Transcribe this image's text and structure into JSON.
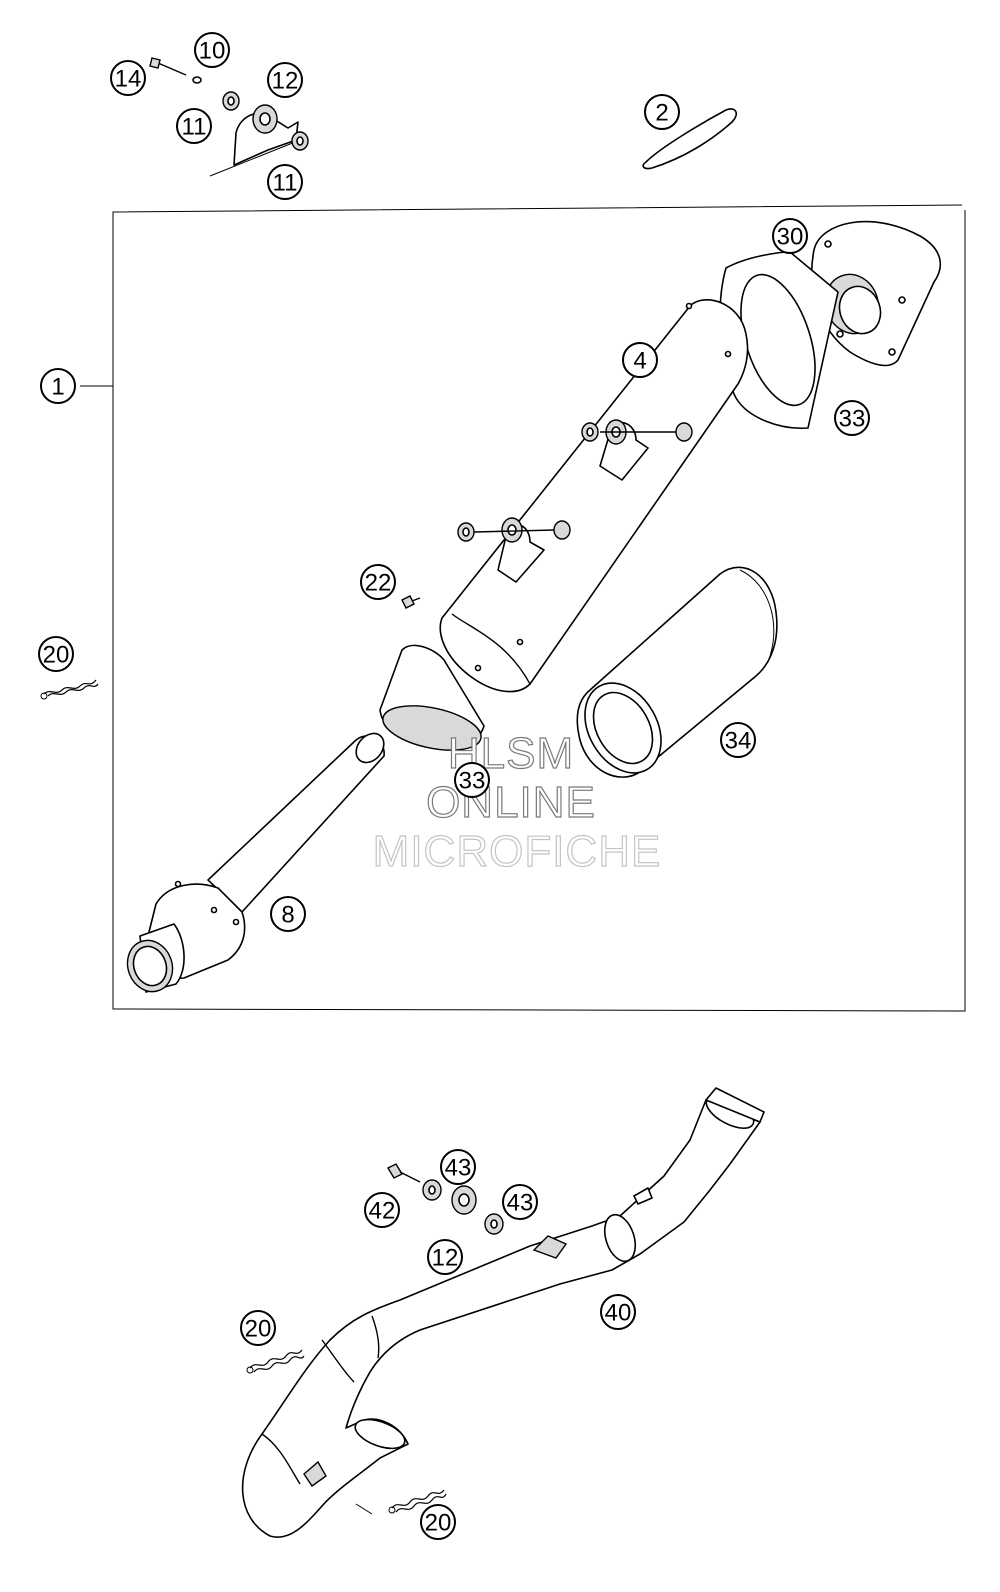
{
  "callouts": {
    "c1": "1",
    "c2": "2",
    "c4": "4",
    "c8": "8",
    "c10": "10",
    "c11a": "11",
    "c11b": "11",
    "c12a": "12",
    "c12b": "12",
    "c14": "14",
    "c20a": "20",
    "c20b": "20",
    "c20c": "20",
    "c22": "22",
    "c30": "30",
    "c33a": "33",
    "c33b": "33",
    "c34": "34",
    "c40": "40",
    "c42": "42",
    "c43a": "43",
    "c43b": "43"
  },
  "watermark": {
    "line1": "HLSM",
    "line2": "ONLINE",
    "line3": "MICROFICHE"
  },
  "colors": {
    "ink": "#000000",
    "paper": "#ffffff",
    "shade": "#d9d9d9",
    "watermark_dark": "#7a7a7a",
    "watermark_light": "#c4c4c4"
  }
}
